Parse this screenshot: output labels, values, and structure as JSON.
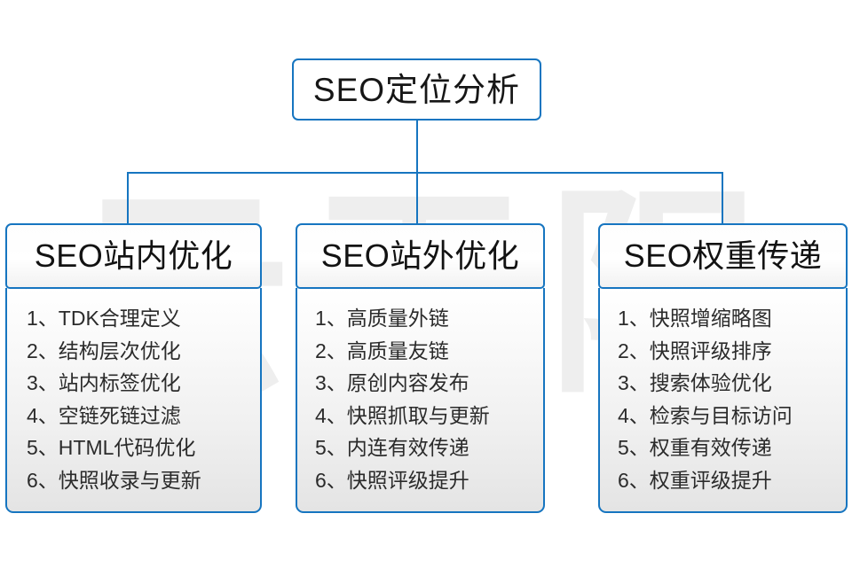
{
  "diagram": {
    "watermark_text": "云无限",
    "accent_color": "#1675c0",
    "root": {
      "label": "SEO定位分析"
    },
    "columns": [
      {
        "header": "SEO站内优化",
        "items": [
          "1、TDK合理定义",
          "2、结构层次优化",
          "3、站内标签优化",
          "4、空链死链过滤",
          "5、HTML代码优化",
          "6、快照收录与更新"
        ]
      },
      {
        "header": "SEO站外优化",
        "items": [
          "1、高质量外链",
          "2、高质量友链",
          "3、原创内容发布",
          "4、快照抓取与更新",
          "5、内连有效传递",
          "6、快照评级提升"
        ]
      },
      {
        "header": "SEO权重传递",
        "items": [
          "1、快照增缩略图",
          "2、快照评级排序",
          "3、搜索体验优化",
          "4、检索与目标访问",
          "5、权重有效传递",
          "6、权重评级提升"
        ]
      }
    ]
  }
}
